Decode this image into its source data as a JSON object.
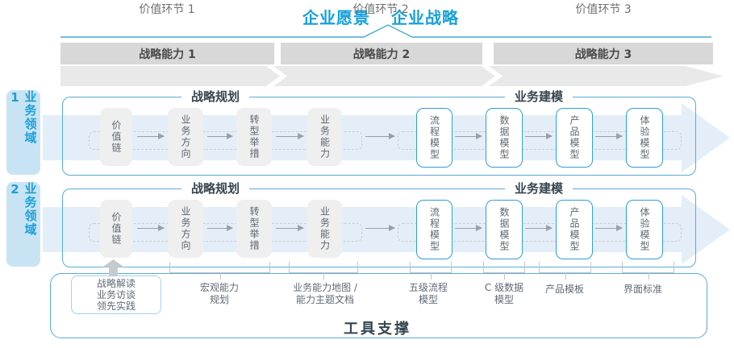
{
  "title": {
    "vision": "企业愿景",
    "strategy": "企业战略"
  },
  "capability_bands": [
    "战略能力 1",
    "战略能力 2",
    "战略能力 3"
  ],
  "value_links": [
    "价值环节 1",
    "价值环节 2",
    "价值环节 3"
  ],
  "domains": [
    {
      "label": "业务领域 1",
      "planning_header": "战略规划",
      "modeling_header": "业务建模"
    },
    {
      "label": "业务领域 2",
      "planning_header": "战略规划",
      "modeling_header": "业务建模"
    }
  ],
  "flow_boxes": [
    "价值链",
    "业务方向",
    "转型举措",
    "业务能力",
    "流程模型",
    "数据模型",
    "产品模型",
    "体验模型"
  ],
  "annotations": {
    "practice": "战略解读\n业务访谈\n领先实践",
    "items": [
      "宏观能力\n规划",
      "业务能力地图 /\n能力主题文档",
      "五级流程\n模型",
      "C 级数据\n模型",
      "产品模板",
      "界面标准"
    ]
  },
  "tools": {
    "label": "工具支撑"
  },
  "colors": {
    "accent_blue": "#14a0dc",
    "line_blue": "#45a7d8",
    "container_border": "#58abd8",
    "capability_band_fill": "#d8d8d8",
    "value_strip_fill": "#e9e9e9",
    "flow_band_fill": "#e4eef8",
    "gray_box_fill": "#efefef",
    "blue_box_border": "#2f9fd6",
    "domain_label_bg": "#c8e4f4",
    "domain_label_text": "#1b9fd9",
    "header_text": "#36454f"
  }
}
